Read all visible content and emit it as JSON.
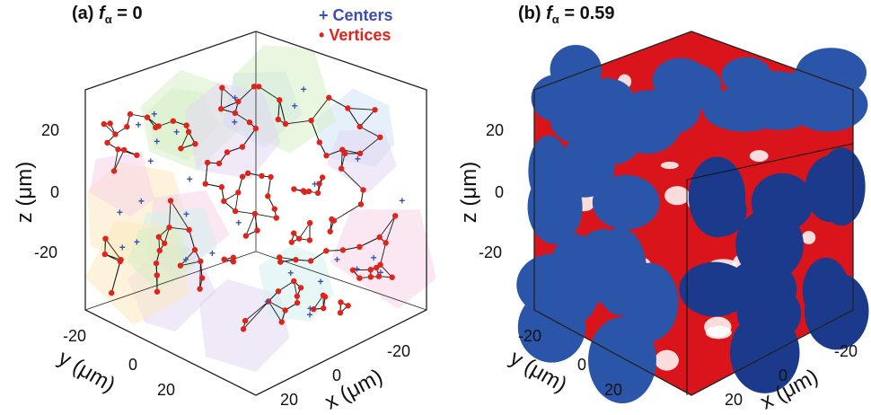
{
  "panels": [
    {
      "label_prefix": "(a)",
      "param_symbol": "f",
      "param_subscript": "α",
      "param_value": "= 0"
    },
    {
      "label_prefix": "(b)",
      "param_symbol": "f",
      "param_subscript": "α",
      "param_value": "= 0.59"
    }
  ],
  "legend": {
    "centers": {
      "marker": "+",
      "label": "Centers",
      "color": "#3b4fb0"
    },
    "vertices": {
      "marker": "•",
      "label": "Vertices",
      "color": "#e0231b"
    }
  },
  "axes": {
    "z_label": "z (μm)",
    "y_label": "y (μm)",
    "x_label": "x (μm)",
    "z_ticks": [
      "20",
      "0",
      "-20"
    ],
    "y_ticks": [
      "-20",
      "0",
      "20"
    ],
    "x_ticks": [
      "20",
      "0",
      "-20"
    ]
  },
  "colors": {
    "edges": "#1a1a1a",
    "vertices": "#e0231b",
    "centers": "#3b4fb0",
    "spheres": "#2a55a8",
    "sphere_cut": "#1b3a8c",
    "pore_red": "#d9141b"
  }
}
